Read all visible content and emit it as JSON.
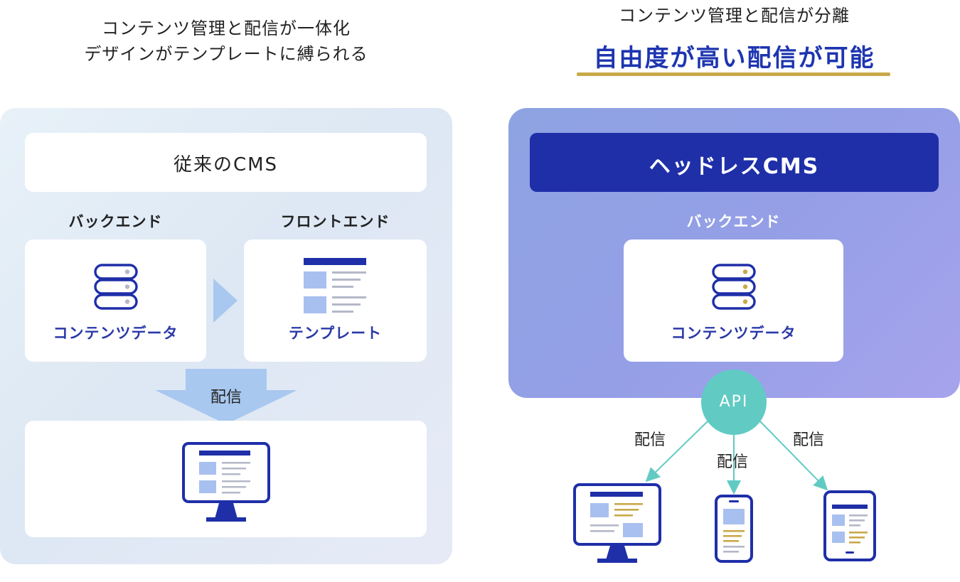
{
  "left": {
    "caption_line1": "コンテンツ管理と配信が一体化",
    "caption_line2": "デザインがテンプレートに縛られる",
    "title": "従来のCMS",
    "backend_label": "バックエンド",
    "frontend_label": "フロントエンド",
    "content_data_label": "コンテンツデータ",
    "template_label": "テンプレート",
    "delivery_label": "配信"
  },
  "right": {
    "caption": "コンテンツ管理と配信が分離",
    "headline": "自由度が高い配信が可能",
    "title": "ヘッドレスCMS",
    "backend_label": "バックエンド",
    "content_data_label": "コンテンツデータ",
    "api_label": "API",
    "delivery_left": "配信",
    "delivery_center": "配信",
    "delivery_right": "配信"
  },
  "colors": {
    "primary_blue": "#1f2fa8",
    "light_blue": "#a8c0ef",
    "accent_gold": "#c9a94a",
    "api_teal": "#61cbc3",
    "db_dot_gray": "#b4b8c8"
  },
  "icons": {
    "database": "database-icon",
    "template": "template-layout-icon",
    "monitor": "monitor-icon",
    "smartphone": "smartphone-icon",
    "tablet": "tablet-icon"
  }
}
